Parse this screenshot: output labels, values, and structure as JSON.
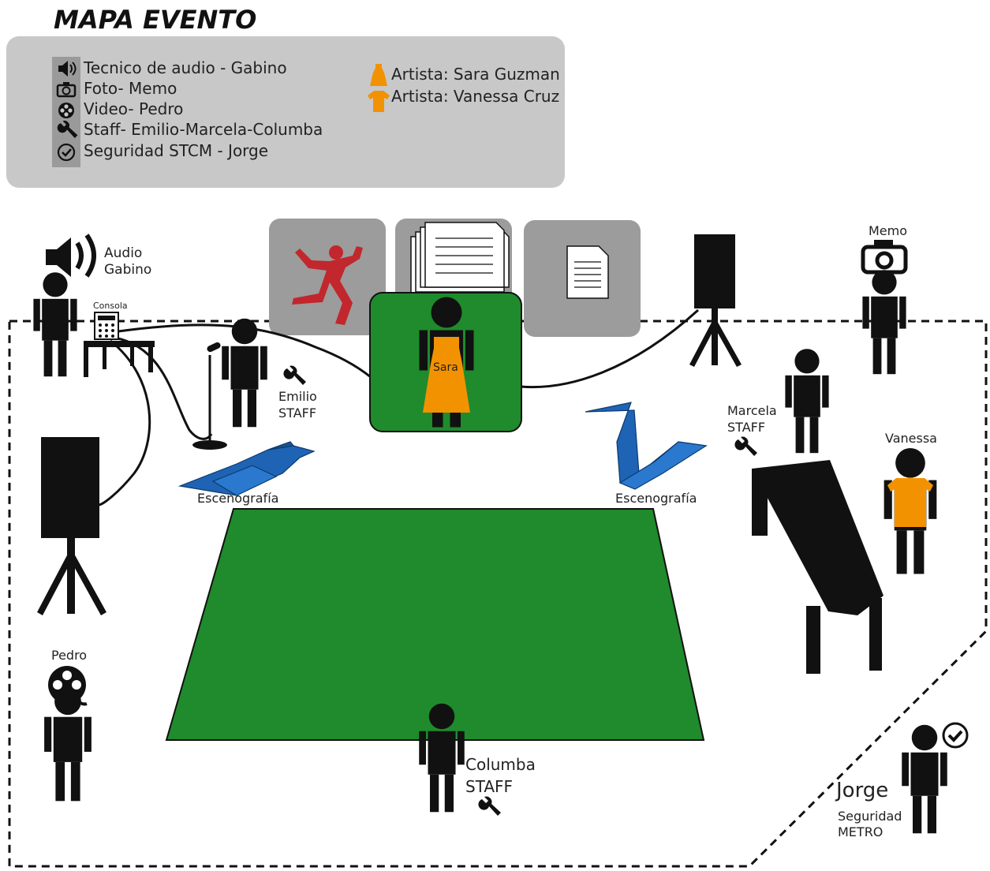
{
  "title": "MAPA EVENTO",
  "legend": {
    "roles": [
      {
        "icon": "speaker-icon",
        "text": "Tecnico de audio - Gabino"
      },
      {
        "icon": "camera-icon",
        "text": "Foto- Memo"
      },
      {
        "icon": "film-reel-icon",
        "text": "Video- Pedro"
      },
      {
        "icon": "wrench-icon",
        "text": "Staff- Emilio-Marcela-Columba"
      },
      {
        "icon": "check-circle-icon",
        "text": "Seguridad STCM - Jorge"
      }
    ],
    "artists": [
      {
        "icon": "dress-icon",
        "text": "Artista: Sara Guzman"
      },
      {
        "icon": "shirt-icon",
        "text": "Artista:  Vanessa Cruz"
      }
    ]
  },
  "labels": {
    "audio": "Audio",
    "gabino": "Gabino",
    "consola": "Consola",
    "emilio": "Emilio",
    "staff": "STAFF",
    "sara": "Sara",
    "memo": "Memo",
    "marcela": "Marcela",
    "vanessa": "Vanessa",
    "escenografia": "Escenografía",
    "pedro": "Pedro",
    "columba": "Columba",
    "jorge": "Jorge",
    "seguridad": "Seguridad",
    "metro": "METRO"
  },
  "colors": {
    "stage_green": "#1f8b2c",
    "artist_orange": "#f39200",
    "legend_gray": "#c8c8c8",
    "screen_gray": "#9c9c9c",
    "origami_blue": "#1f64b4",
    "logo_red": "#c1272d"
  }
}
